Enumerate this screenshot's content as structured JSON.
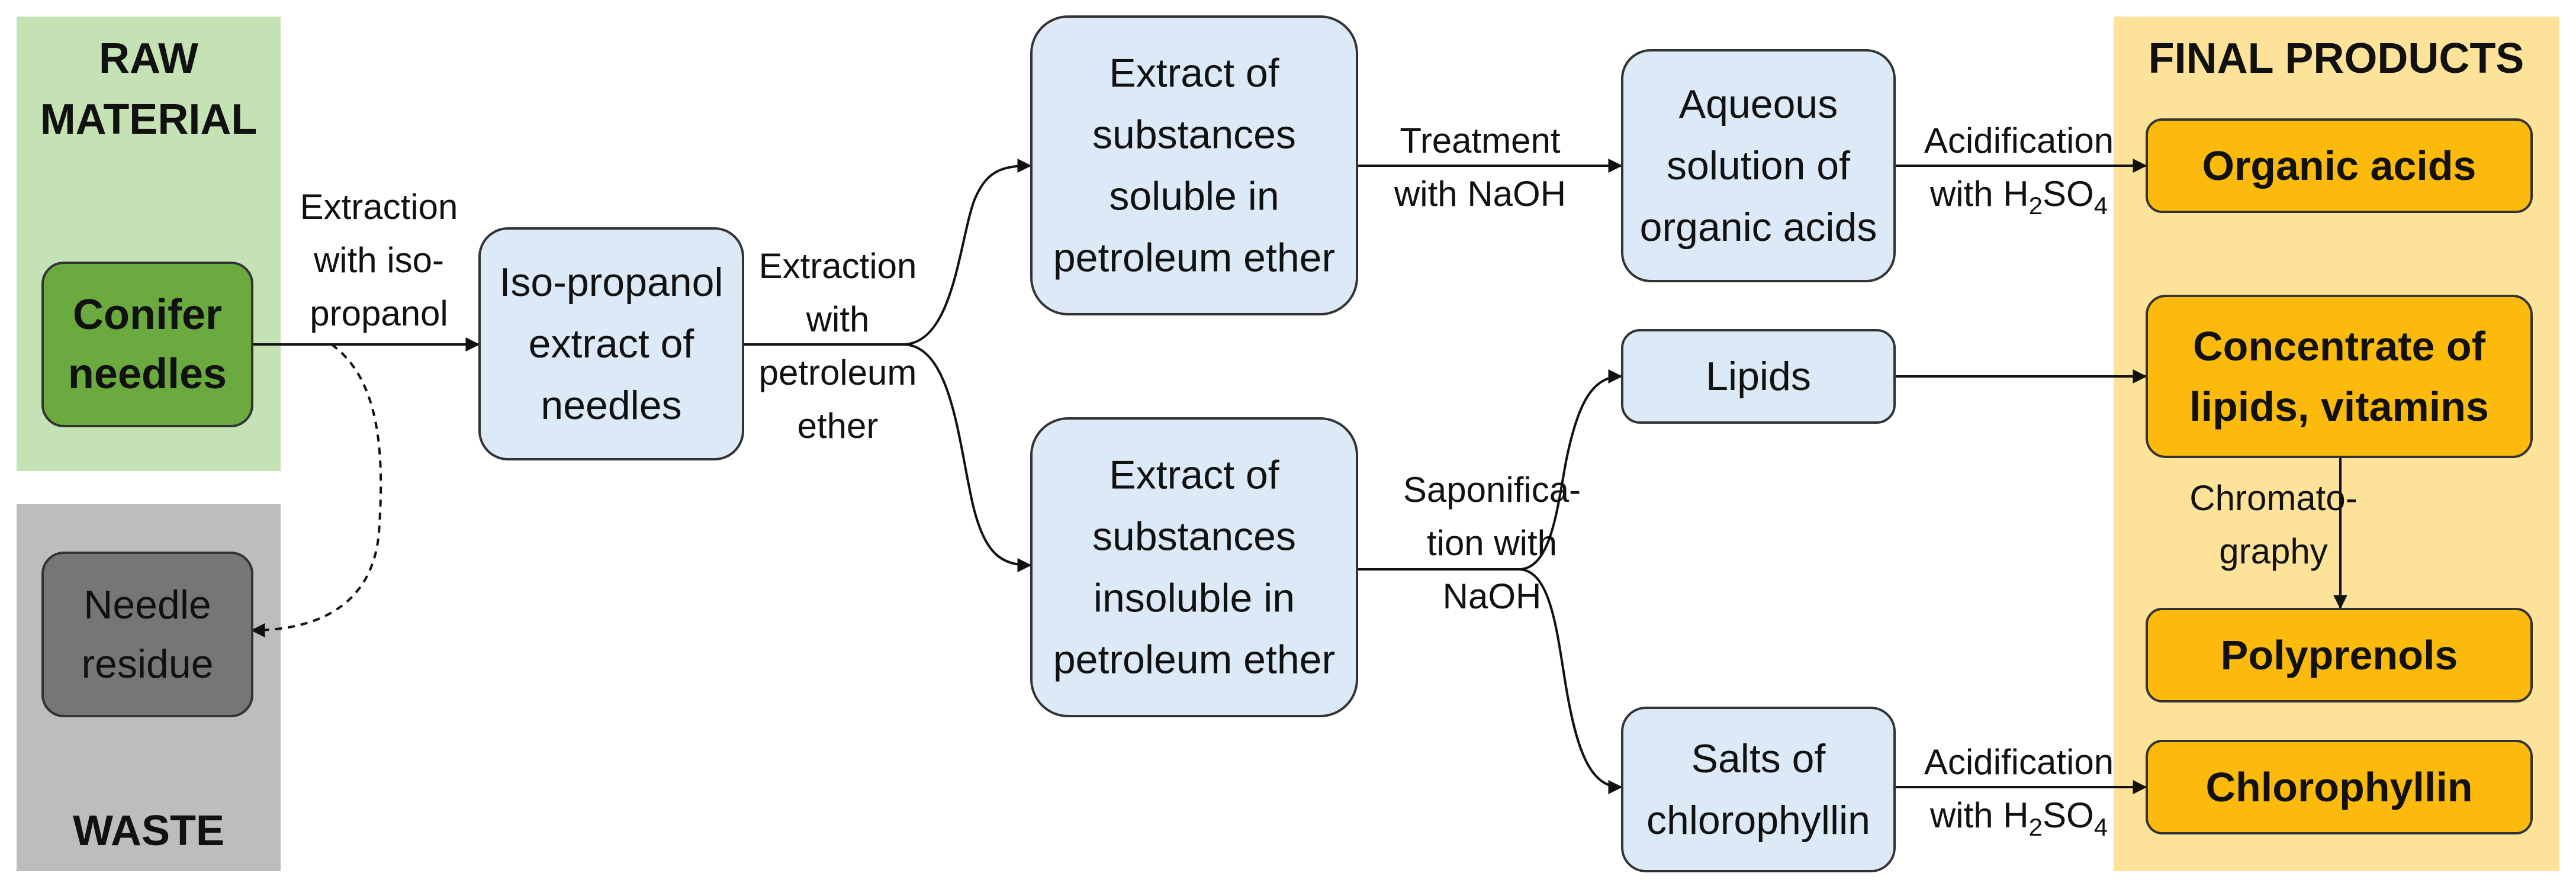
{
  "colors": {
    "raw_panel": "#c5e2b5",
    "waste_panel": "#bdbdbd",
    "final_panel": "#fde39a",
    "conifer_fill": "#6aaa3e",
    "residue_fill": "#767676",
    "process_fill": "#dce9f6",
    "product_fill": "#fbba0c",
    "stroke": "#333333"
  },
  "panels": {
    "raw_title_1": "RAW",
    "raw_title_2": "MATERIAL",
    "waste_title": "WASTE",
    "final_title": "FINAL PRODUCTS"
  },
  "nodes": {
    "conifer": [
      "Conifer",
      "needles"
    ],
    "residue": [
      "Needle",
      "residue"
    ],
    "isopropanol_extract": [
      "Iso-propanol",
      "extract of",
      "needles"
    ],
    "soluble_extract": [
      "Extract of",
      "substances",
      "soluble in",
      "petroleum ether"
    ],
    "insoluble_extract": [
      "Extract of",
      "substances",
      "insoluble in",
      "petroleum ether"
    ],
    "aqueous_solution": [
      "Aqueous",
      "solution of",
      "organic acids"
    ],
    "lipids": [
      "Lipids"
    ],
    "salts": [
      "Salts of",
      "chlorophyllin"
    ],
    "organic_acids": [
      "Organic acids"
    ],
    "concentrate": [
      "Concentrate of",
      "lipids, vitamins"
    ],
    "polyprenols": [
      "Polyprenols"
    ],
    "chlorophyllin": [
      "Chlorophyllin"
    ]
  },
  "edge_labels": {
    "extraction_iso": [
      "Extraction",
      "with iso-",
      "propanol"
    ],
    "extraction_pe": [
      "Extraction",
      "with",
      "petroleum",
      "ether"
    ],
    "treatment_naoh": [
      "Treatment",
      "with NaOH"
    ],
    "acidification_top": [
      "Acidification",
      "with H",
      "2",
      "SO",
      "4"
    ],
    "saponification": [
      "Saponifica-",
      "tion with",
      "NaOH"
    ],
    "chromatography": [
      "Chromato-",
      "graphy"
    ],
    "acidification_bottom": [
      "Acidification",
      "with H",
      "2",
      "SO",
      "4"
    ]
  }
}
